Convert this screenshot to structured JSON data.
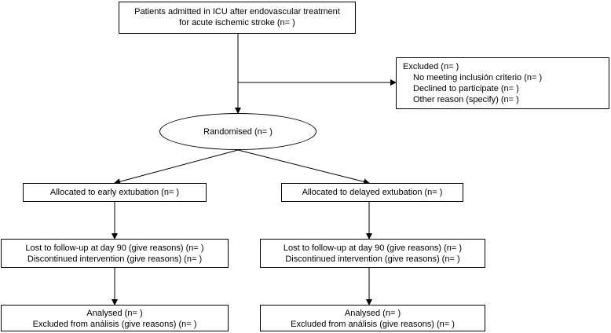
{
  "enrollment": {
    "line1": "Patients admitted in ICU after endovascular treatment",
    "line2": "for acute ischemic stroke  (n=   )"
  },
  "excluded": {
    "title": "Excluded (n=   )",
    "items": [
      "No meeting inclusión criterio (n=   )",
      "Declined to participate (n=   )",
      "Other reason (specify) (n=   )"
    ]
  },
  "randomised": "Randomised (n=   )",
  "arms": {
    "left": {
      "allocation": "Allocated  to early extubation (n=   )",
      "followup": [
        "Lost to follow-up at day 90 (give reasons) (n=   )",
        "Discontinued intervention (give reasons) (n=   )"
      ],
      "analysis": [
        "Analysed (n=   )",
        "Excluded from análisis (give reasons) (n=   )"
      ]
    },
    "right": {
      "allocation": "Allocated to delayed extubation (n=   )",
      "followup": [
        "Lost to follow-up at day 90 (give reasons) (n=   )",
        "Discontinued intervention (give reasons) (n=   )"
      ],
      "analysis": [
        "Analysed (n=   )",
        "Excluded from análisis (give reasons) (n=   )"
      ]
    }
  }
}
